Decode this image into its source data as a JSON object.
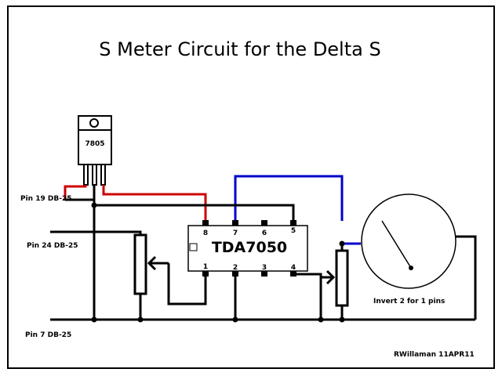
{
  "title": "S Meter Circuit for the Delta S",
  "regulator": {
    "label": "7805"
  },
  "ic": {
    "label": "TDA7050",
    "pins_top": [
      "8",
      "7",
      "6",
      "5"
    ],
    "pins_bottom": [
      "1",
      "2",
      "3",
      "4"
    ]
  },
  "connections": {
    "pin19": "Pin 19 DB-25",
    "pin24": "Pin 24 DB-25",
    "pin7": "Pin 7 DB-25"
  },
  "meter_note": "Invert 2 for 1 pins",
  "credit": "RWillaman 11APR11",
  "colors": {
    "red_wire": "#cc0000",
    "blue_wire": "#0000cc",
    "black_wire": "#000000"
  }
}
